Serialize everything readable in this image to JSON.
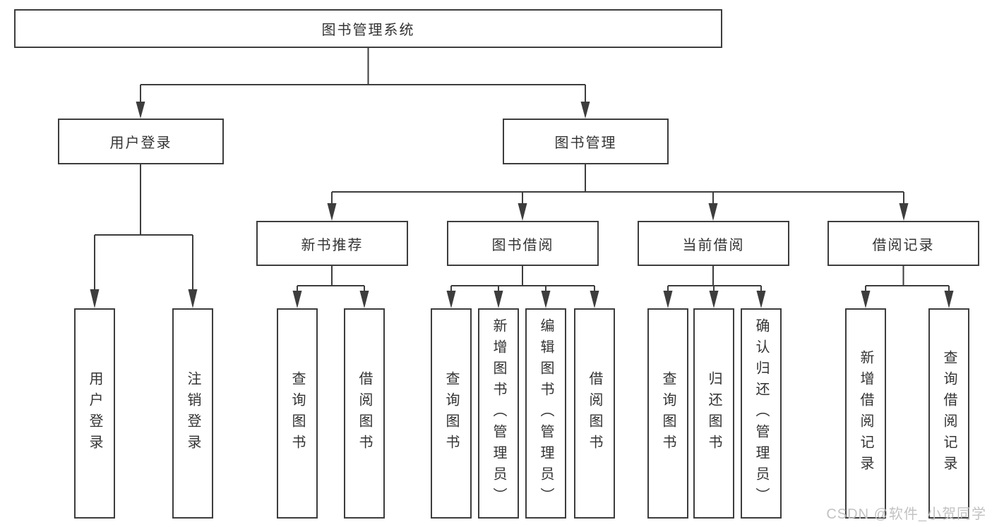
{
  "diagram_type": "function-structure-tree",
  "colors": {
    "line": "#3d3d3d",
    "box_border": "#3d3d3d",
    "text": "#333333",
    "watermark": "#c2c2c2",
    "background": "#ffffff"
  },
  "tree": {
    "root": {
      "label": "图书管理系统",
      "children": [
        {
          "label": "用户登录",
          "children": [
            {
              "label": "用户登录"
            },
            {
              "label": "注销登录"
            }
          ]
        },
        {
          "label": "图书管理",
          "children": [
            {
              "label": "新书推荐",
              "children": [
                {
                  "label": "查询图书"
                },
                {
                  "label": "借阅图书"
                }
              ]
            },
            {
              "label": "图书借阅",
              "children": [
                {
                  "label": "查询图书"
                },
                {
                  "label": "新增图书（管理员）"
                },
                {
                  "label": "编辑图书（管理员）"
                },
                {
                  "label": "借阅图书"
                }
              ]
            },
            {
              "label": "当前借阅",
              "children": [
                {
                  "label": "查询图书"
                },
                {
                  "label": "归还图书"
                },
                {
                  "label": "确认归还（管理员）"
                }
              ]
            },
            {
              "label": "借阅记录",
              "children": [
                {
                  "label": "新增借阅记录"
                },
                {
                  "label": "查询借阅记录"
                }
              ]
            }
          ]
        }
      ]
    }
  },
  "watermark": {
    "text": "CSDN @软件_小贺同学"
  }
}
